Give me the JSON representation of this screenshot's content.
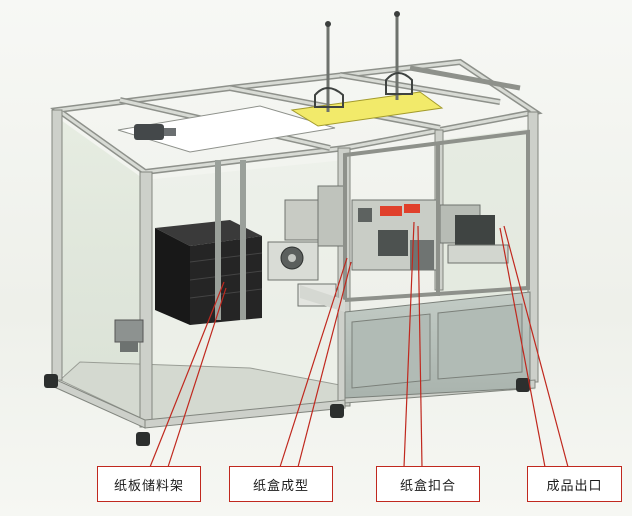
{
  "diagram": {
    "subject": "Carton box forming machine (3D model view)",
    "callouts": [
      {
        "id": "storage-rack",
        "label": "纸板储料架"
      },
      {
        "id": "box-forming",
        "label": "纸盒成型"
      },
      {
        "id": "box-closing",
        "label": "纸盒扣合"
      },
      {
        "id": "product-exit",
        "label": "成品出口"
      }
    ],
    "colors": {
      "frame": "#c9ccc6",
      "frame_edge": "#8e918b",
      "panel_glass": "#dde6d8",
      "top_plate": "#ffffff",
      "yellow_plate": "#f2ea6a",
      "carton_stack": "#1f1f1f",
      "base_cabinet": "#b9c3bd",
      "red_part": "#e0402b",
      "callout_line": "#c0281e",
      "callout_border": "#c0281e"
    }
  }
}
